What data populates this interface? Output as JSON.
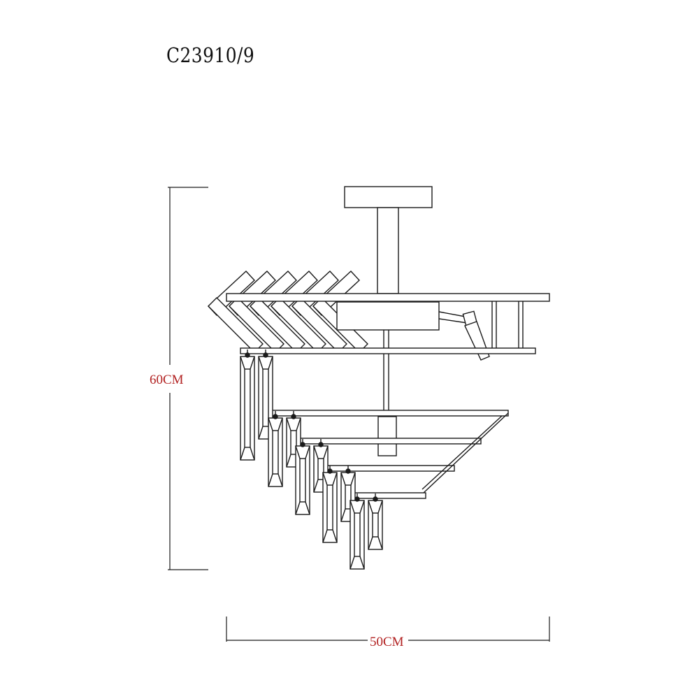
{
  "model_code": "C23910/9",
  "dimensions": {
    "height_label": "60CM",
    "width_label": "50CM"
  },
  "colors": {
    "line": "#1a1a1a",
    "dimension_text": "#b22222",
    "background": "#ffffff"
  }
}
